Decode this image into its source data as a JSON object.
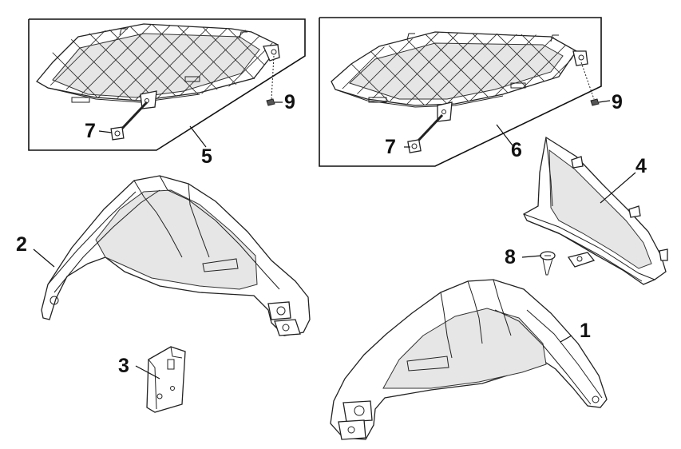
{
  "callouts": {
    "p1": "1",
    "p2": "2",
    "p3": "3",
    "p4": "4",
    "p5": "5",
    "p6": "6",
    "p7a": "7",
    "p7b": "7",
    "p8": "8",
    "p9a": "9",
    "p9b": "9"
  }
}
